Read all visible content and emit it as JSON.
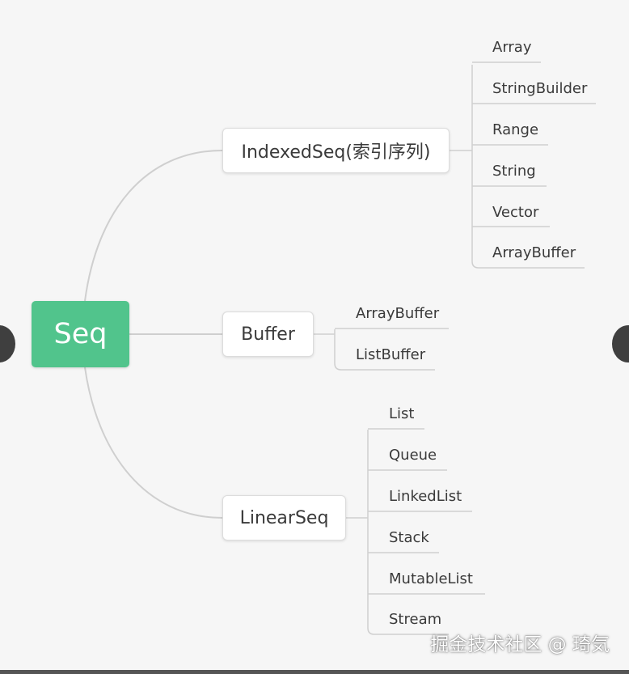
{
  "root": {
    "label": "Seq"
  },
  "branches": [
    {
      "label": "IndexedSeq(索引序列)",
      "children": [
        "Array",
        "StringBuilder",
        "Range",
        "String",
        "Vector",
        "ArrayBuffer"
      ]
    },
    {
      "label": "Buffer",
      "children": [
        "ArrayBuffer",
        "ListBuffer"
      ]
    },
    {
      "label": "LinearSeq",
      "children": [
        "List",
        "Queue",
        "LinkedList",
        "Stack",
        "MutableList",
        "Stream"
      ]
    }
  ],
  "watermark": "掘金技术社区 @ 琦気",
  "colors": {
    "root_fill": "#51c48c",
    "line": "#cfcfcf",
    "background": "#f6f6f6"
  }
}
